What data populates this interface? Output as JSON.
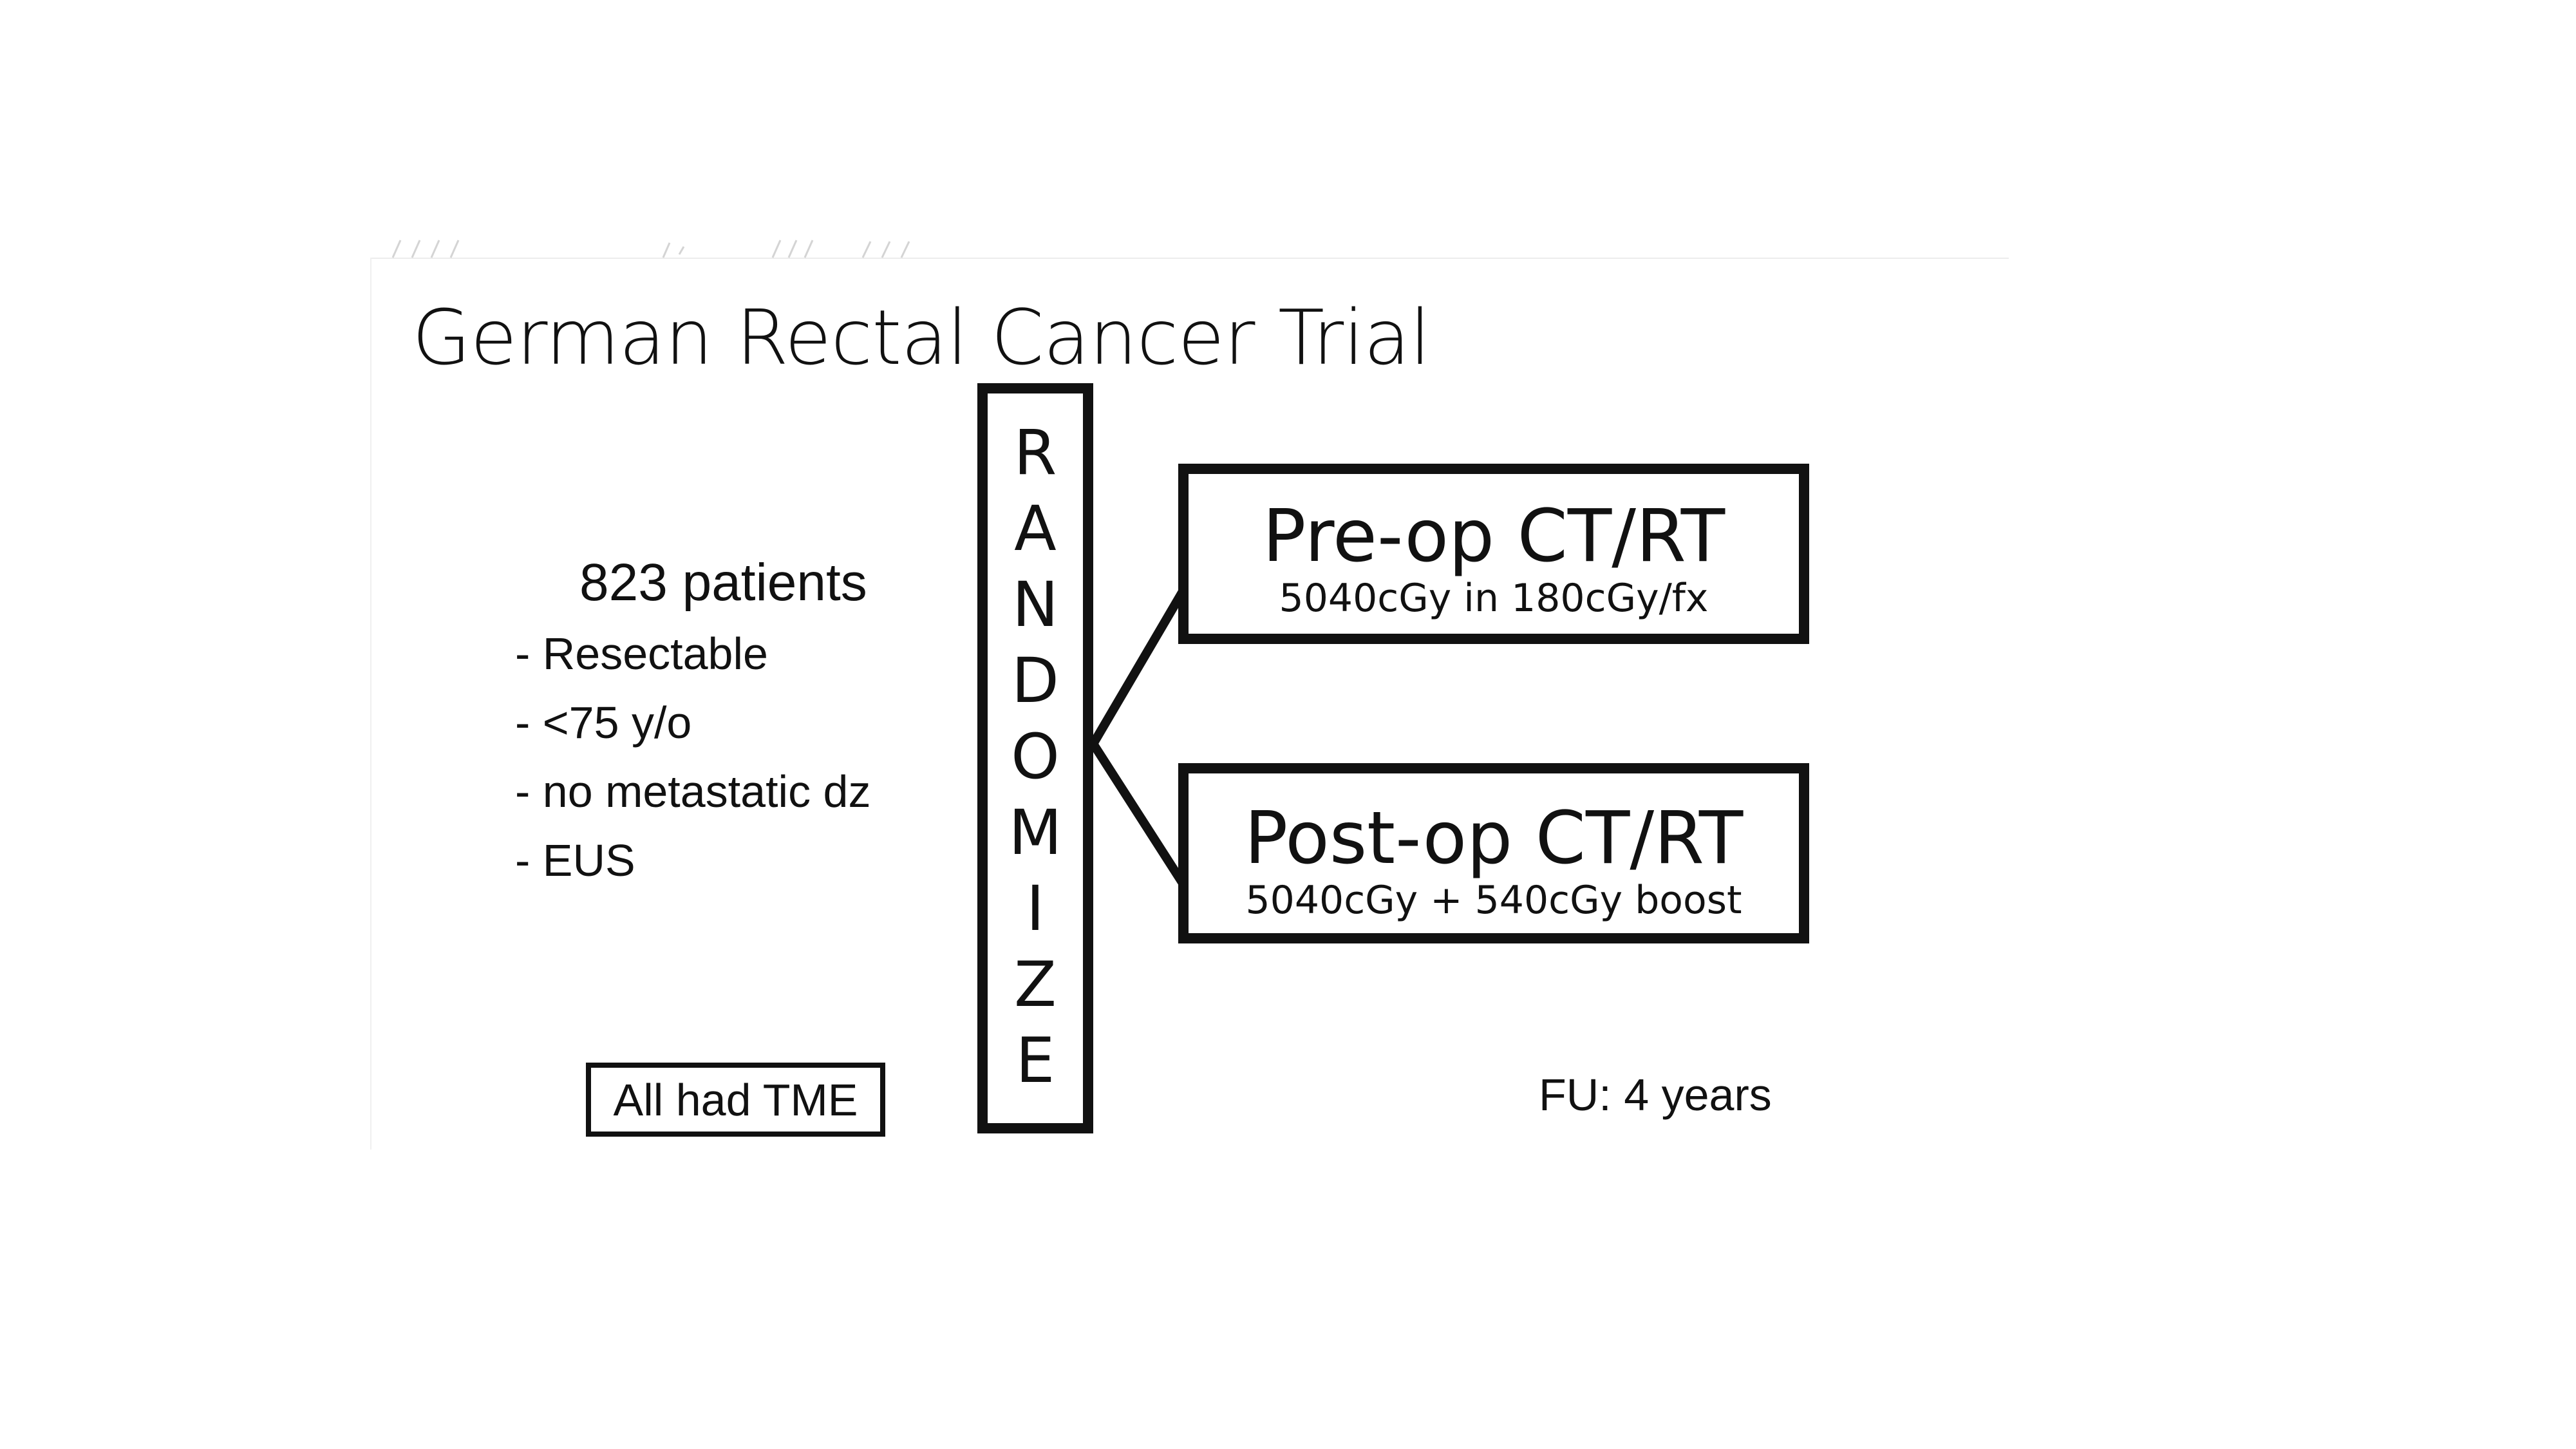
{
  "title": "German Rectal Cancer Trial",
  "population": {
    "heading": "823 patients",
    "criteria": [
      "- Resectable",
      "- <75 y/o",
      "- no metastatic dz",
      "- EUS"
    ]
  },
  "note_box": "All had TME",
  "randomize": {
    "letters": [
      "R",
      "A",
      "N",
      "D",
      "O",
      "M",
      "I",
      "Z",
      "E"
    ]
  },
  "arms": [
    {
      "title": "Pre-op CT/RT",
      "detail": "5040cGy in 180cGy/fx"
    },
    {
      "title": "Post-op CT/RT",
      "detail": "5040cGy + 540cGy boost"
    }
  ],
  "followup": "FU: 4 years",
  "colors": {
    "ink": "#111111",
    "background": "#ffffff"
  }
}
